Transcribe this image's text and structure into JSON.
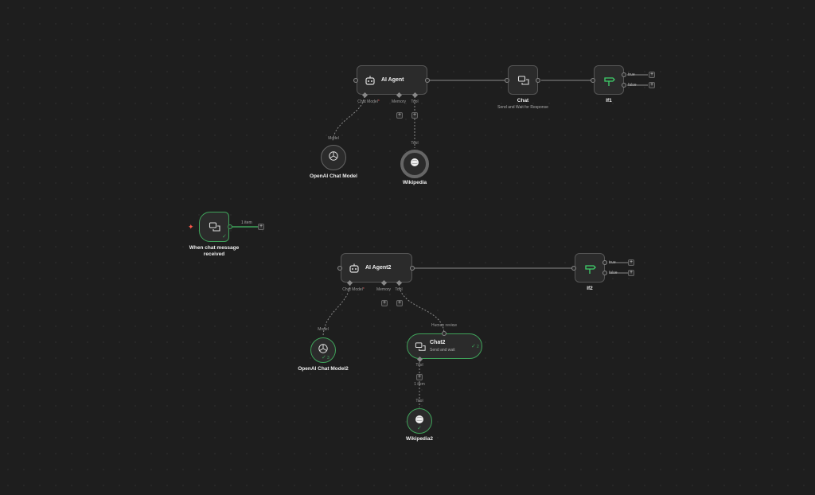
{
  "nodes": {
    "ai_agent": {
      "title": "AI Agent",
      "ports": {
        "chat_model": "Chat Model",
        "required": "*",
        "memory": "Memory",
        "tool": "Tool"
      }
    },
    "chat": {
      "title": "Chat",
      "subtitle": "Send and Wait for Response"
    },
    "if1": {
      "title": "If1",
      "true_label": "true",
      "false_label": "false"
    },
    "openai_chat_model": {
      "title": "OpenAI Chat Model",
      "port_label": "Model"
    },
    "wikipedia": {
      "title": "Wikipedia",
      "port_label": "Tool"
    },
    "trigger": {
      "title_line1": "When chat message",
      "title_line2": "received",
      "items_label": "1 item"
    },
    "ai_agent2": {
      "title": "AI Agent2",
      "ports": {
        "chat_model": "Chat Model",
        "required": "*",
        "memory": "Memory",
        "tool": "Tool"
      }
    },
    "if2": {
      "title": "If2",
      "true_label": "true",
      "false_label": "false"
    },
    "openai_chat_model2": {
      "title": "OpenAI Chat Model2",
      "port_label": "Model",
      "badge": "3"
    },
    "chat2": {
      "title": "Chat2",
      "subtitle": "Send and wait",
      "port_label": "Human review",
      "badge": "2",
      "tool_label": "Tool",
      "items_label": "1 item"
    },
    "wikipedia2": {
      "title": "Wikipedia2",
      "port_label": "Tool"
    }
  },
  "icons": {
    "robot": "robot-icon",
    "chat": "chat-bubbles-icon",
    "signpost": "signpost-icon",
    "openai": "openai-icon",
    "wikipedia": "wikipedia-globe-icon",
    "plus": "plus-icon",
    "check": "check-icon"
  },
  "colors": {
    "success": "#3fa35a",
    "branch": "#3fd16b",
    "required": "#e05555",
    "trigger_bolt": "#ff5a4b"
  },
  "symbols": {
    "plus": "+",
    "check": "✓"
  }
}
